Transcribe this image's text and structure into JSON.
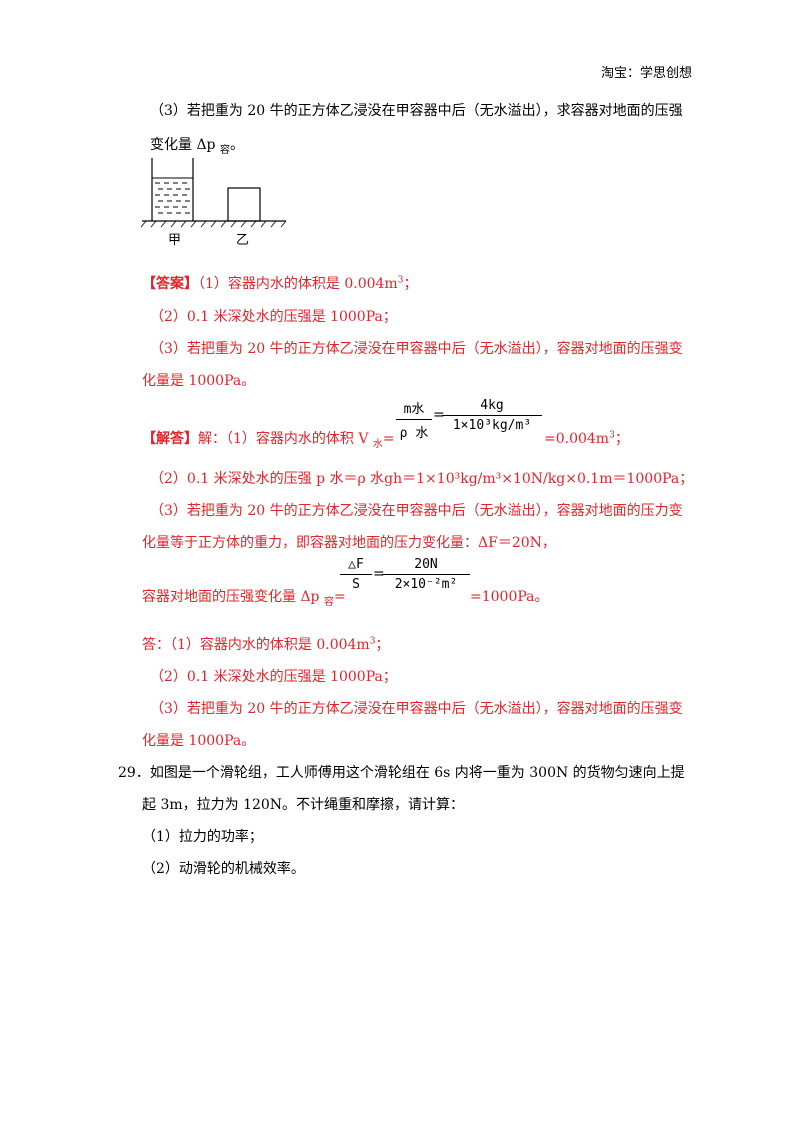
{
  "header": {
    "shop": "淘宝：学思创想"
  },
  "q28": {
    "part3_line1": "（3）若把重为 20 牛的正方体乙浸没在甲容器中后（无水溢出），求容器对地面的压强",
    "part3_line2_pre": "变化量 Δp ",
    "part3_line2_sub": "容",
    "part3_line2_post": "。",
    "figure_label_a": "甲",
    "figure_label_b": "乙"
  },
  "answer": {
    "tag": "【答案】",
    "a1_pre": "（1）容器内水的体积是 0.004m",
    "a1_sup": "3",
    "a1_post": "；",
    "a2": "（2）0.1 米深处水的压强是 1000Pa；",
    "a3_line1": "（3）若把重为 20 牛的正方体乙浸没在甲容器中后（无水溢出），容器对地面的压强变",
    "a3_line2": "化量是 1000Pa。"
  },
  "solution": {
    "tag": "【解答】",
    "s1_pre": "解：（1）容器内水的体积 V ",
    "s1_sub": "水",
    "s1_eq": "=",
    "frac1_num": "m水",
    "frac1_den": "ρ 水",
    "frac2_num": "4kg",
    "frac2_den": "1×10³kg/m³",
    "s1_result_pre": "=0.004m",
    "s1_result_sup": "3",
    "s1_result_post": "；",
    "s2": "（2）0.1 米深处水的压强 p 水＝ρ 水gh＝1×10³kg/m³×10N/kg×0.1m＝1000Pa；",
    "s3_line1": "（3）若把重为 20 牛的正方体乙浸没在甲容器中后（无水溢出），容器对地面的压力变",
    "s3_line2": "化量等于正方体的重力，即容器对地面的压力变化量：ΔF＝20N，",
    "s3_line3_pre": "容器对地面的压强变化量 Δp ",
    "s3_line3_sub": "容",
    "s3_line3_eq": "=",
    "frac3_num": "△F",
    "frac3_den": "S",
    "frac4_num": "20N",
    "frac4_den": "2×10⁻²m²",
    "s3_result": "=1000Pa。"
  },
  "final": {
    "f1_pre": "答：（1）容器内水的体积是 0.004m",
    "f1_sup": "3",
    "f1_post": "；",
    "f2": "（2）0.1 米深处水的压强是 1000Pa；",
    "f3_line1": "（3）若把重为 20 牛的正方体乙浸没在甲容器中后（无水溢出），容器对地面的压强变",
    "f3_line2": "化量是 1000Pa。"
  },
  "q29": {
    "line1": "29．如图是一个滑轮组，工人师傅用这个滑轮组在 6s 内将一重为 300N 的货物匀速向上提",
    "line2": "起 3m，拉力为 120N。不计绳重和摩擦，请计算：",
    "item1": "（1）拉力的功率；",
    "item2": "（2）动滑轮的机械效率。"
  }
}
